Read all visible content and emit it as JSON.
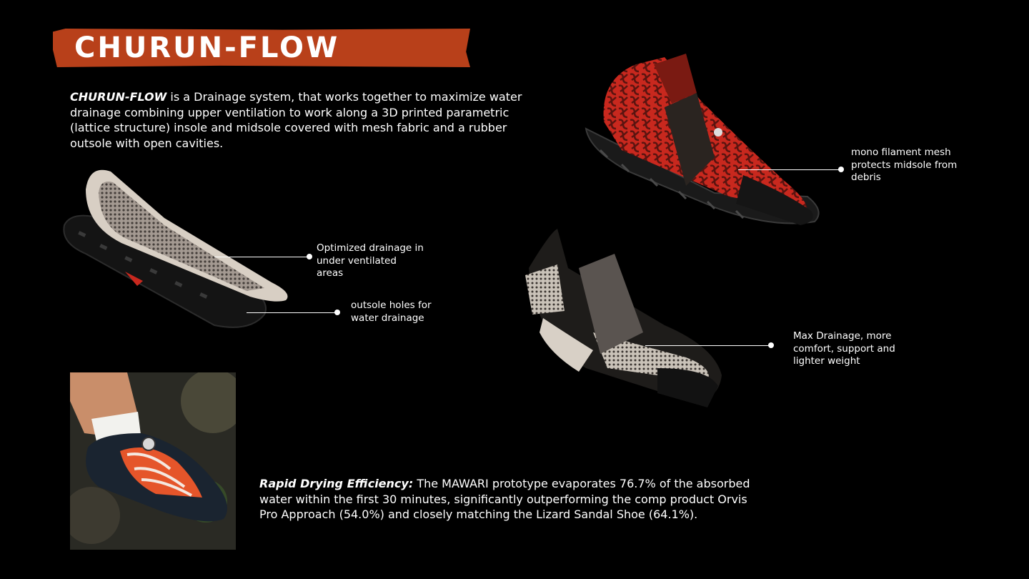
{
  "title": "CHURUN-FLOW",
  "intro": {
    "lead": "CHURUN-FLOW",
    "text": "  is a Drainage system, that works together  to maximize water drainage combining upper ventilation to work along a 3D printed parametric (lattice structure) insole and midsole covered with mesh fabric and a rubber outsole with open cavities."
  },
  "callouts": {
    "optimized": "Optimized drainage in under ventilated areas",
    "outsole": "outsole holes for water drainage",
    "mono": "mono filament mesh protects midsole from debris",
    "max": "Max Drainage, more comfort, support and lighter weight"
  },
  "rapid": {
    "lead": "Rapid Drying Efficiency:",
    "text": " The MAWARI prototype evaporates 76.7% of the absorbed water within the first 30 minutes, significantly outperforming the comp product Orvis Pro Approach (54.0%) and closely matching the Lizard Sandal Shoe (64.1%)."
  },
  "colors": {
    "background": "#000000",
    "banner": "#b8401a",
    "accent_red": "#c8281e",
    "accent_orange": "#e5552a"
  }
}
